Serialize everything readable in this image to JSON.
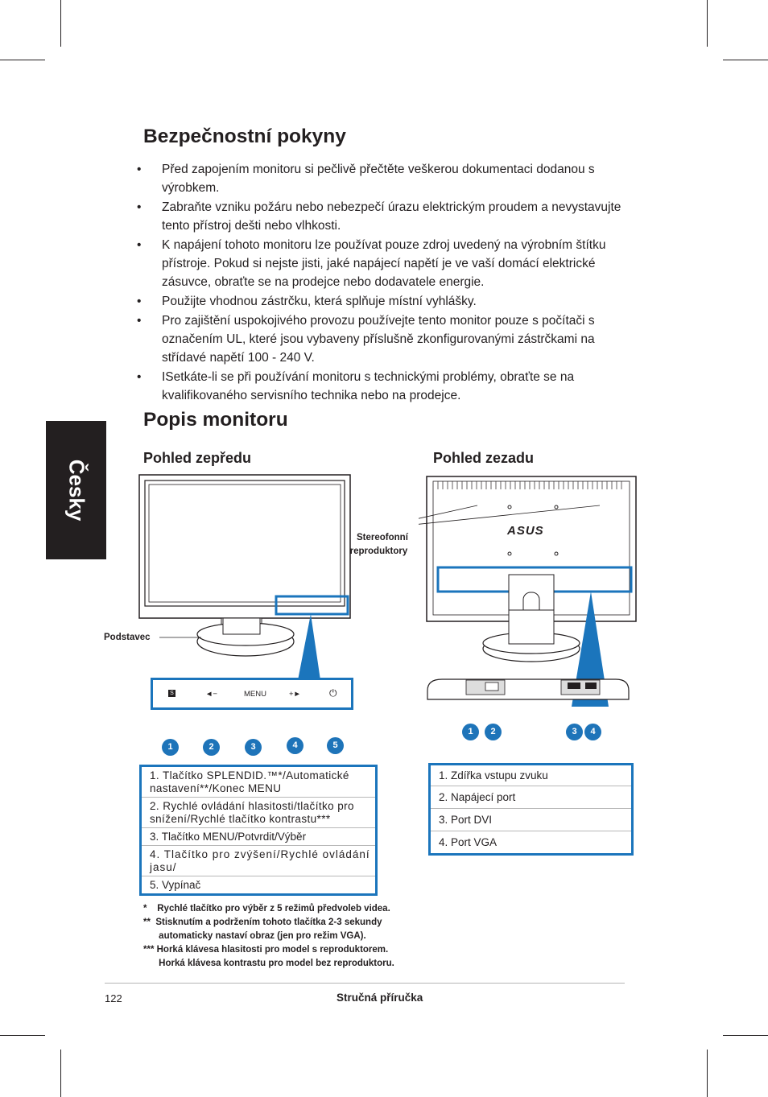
{
  "side_tab": "Česky",
  "safety": {
    "heading": "Bezpečnostní pokyny",
    "items": [
      "Před zapojením monitoru si pečlivě přečtěte veškerou dokumentaci dodanou s výrobkem.",
      "Zabraňte vzniku požáru nebo nebezpečí úrazu elektrickým proudem a nevystavujte tento přístroj dešti nebo vlhkosti.",
      "K napájení tohoto monitoru lze používat pouze zdroj uvedený na výrobním štítku přístroje. Pokud si nejste jisti, jaké napájecí napětí je ve vaší domácí elektrické zásuvce, obraťte se na prodejce nebo dodavatele energie.",
      "Použijte vhodnou zástrčku, která splňuje místní vyhlášky.",
      "Pro zajištění uspokojivého provozu používejte tento monitor pouze s počítači s označením UL, které jsou vybaveny příslušně zkonfigurovanými zástrčkami na střídavé napětí 100 - 240 V.",
      "ISetkáte-li se při používání monitoru s technickými problémy, obraťte se na kvalifikovaného servisního technika nebo na prodejce."
    ]
  },
  "monitor": {
    "heading": "Popis monitoru",
    "front": {
      "heading": "Pohled zepředu",
      "stand_label": "Podstavec",
      "menu_label": "MENU",
      "button_numbers": [
        "1",
        "2",
        "3",
        "4",
        "5"
      ],
      "table": [
        "1. Tlačítko SPLENDID.™*/Automatické nastavení**/Konec MENU",
        "2. Rychlé ovládání hlasitosti/tlačítko pro snížení/Rychlé tlačítko kontrastu***",
        "3. Tlačítko MENU/Potvrdit/Výběr",
        "4. Tlačítko pro zvýšení/Rychlé ovládání jasu/",
        "5. Vypínač"
      ]
    },
    "back": {
      "heading": "Pohled zezadu",
      "speakers_label_1": "Stereofonní",
      "speakers_label_2": "reproduktory",
      "brand": "ASUS",
      "port_numbers": [
        "1",
        "2",
        "3",
        "4"
      ],
      "table": [
        "1. Zdířka vstupu zvuku",
        "2. Napájecí port",
        "3. Port DVI",
        "4. Port VGA"
      ]
    }
  },
  "notes": [
    "*    Rychlé tlačítko pro výběr z 5 režimů předvoleb videa.",
    "**  Stisknutím a podržením tohoto tlačítka 2-3 sekundy",
    "      automaticky nastaví obraz (jen pro režim VGA).",
    "*** Horká klávesa hlasitosti pro model s reproduktorem.",
    "      Horká klávesa kontrastu pro model bez reproduktoru."
  ],
  "footer": {
    "page_number": "122",
    "title": "Stručná příručka"
  }
}
